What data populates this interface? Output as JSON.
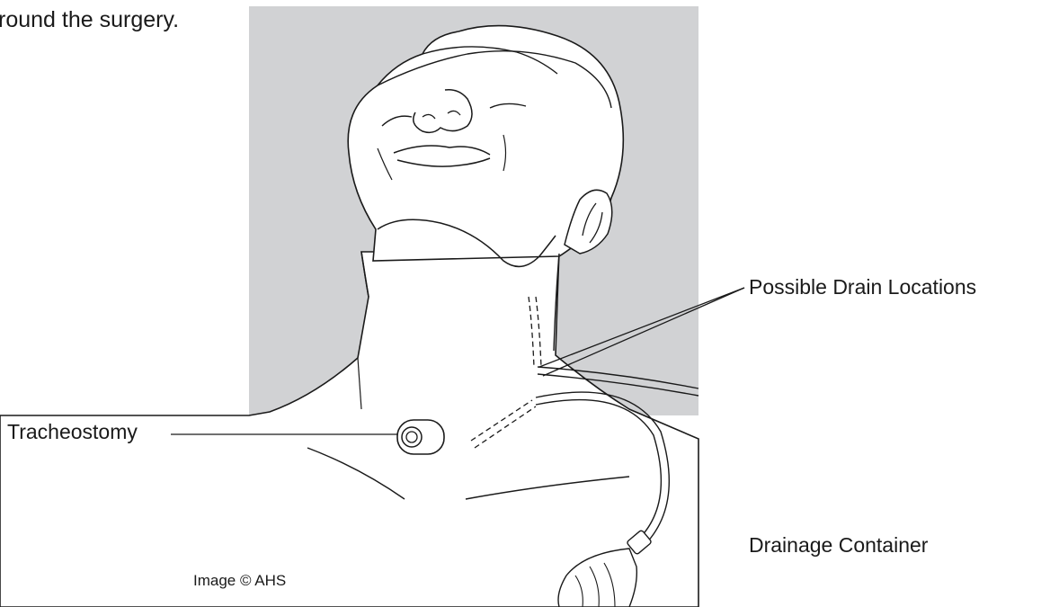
{
  "intro_text": "round the surgery.",
  "labels": {
    "possible_drain_locations": "Possible Drain Locations",
    "tracheostomy": "Tracheostomy",
    "drainage_container": "Drainage Container"
  },
  "credit": "Image © AHS",
  "colors": {
    "backdrop": "#d1d2d4",
    "line": "#1a1a1a",
    "skin": "#ffffff"
  },
  "icons": {
    "figure": "patient-head-neck-illustration"
  }
}
